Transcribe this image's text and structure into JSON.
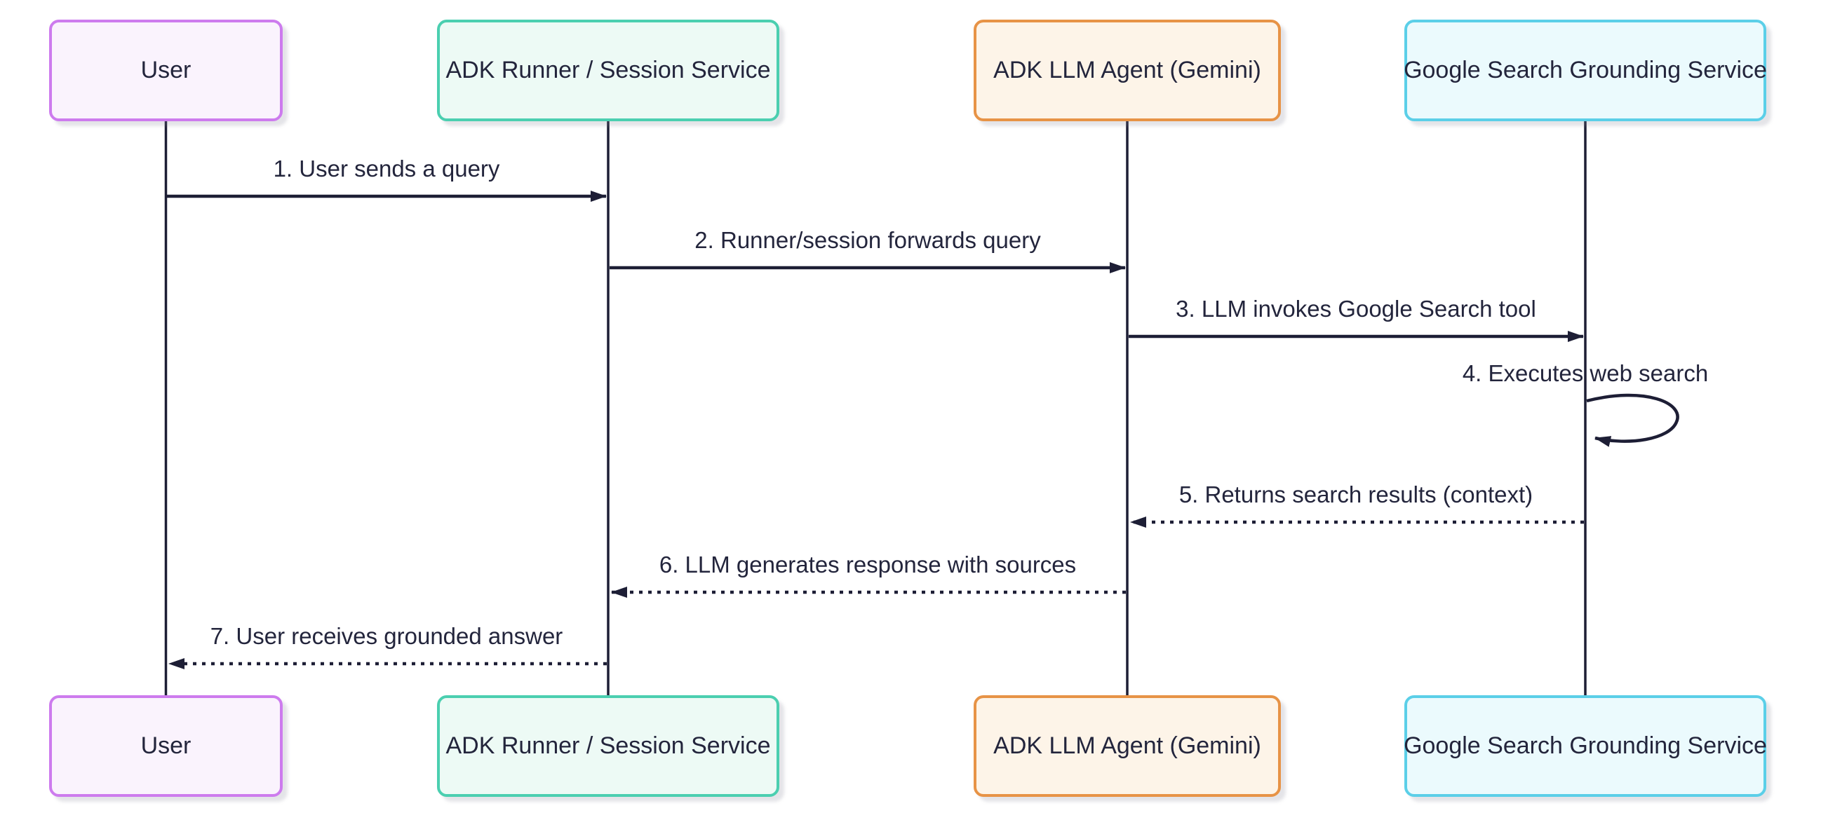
{
  "diagram": {
    "kind": "sequence-diagram",
    "actors": [
      {
        "id": "user",
        "label": "User",
        "fill": "#faf3fd",
        "border": "#cd7bee"
      },
      {
        "id": "runner",
        "label": "ADK Runner / Session Service",
        "fill": "#edfaf5",
        "border": "#4bcfb0"
      },
      {
        "id": "agent",
        "label": "ADK LLM Agent (Gemini)",
        "fill": "#fdf4e8",
        "border": "#e79346"
      },
      {
        "id": "search",
        "label": "Google Search Grounding Service",
        "fill": "#ebfafd",
        "border": "#5bcfe8"
      }
    ],
    "messages": [
      {
        "num": 1,
        "label": "1. User sends a query",
        "from": "user",
        "to": "runner",
        "line": "solid"
      },
      {
        "num": 2,
        "label": "2. Runner/session forwards query",
        "from": "runner",
        "to": "agent",
        "line": "solid"
      },
      {
        "num": 3,
        "label": "3. LLM invokes Google Search tool",
        "from": "agent",
        "to": "search",
        "line": "solid"
      },
      {
        "num": 4,
        "label": "4. Executes web search",
        "from": "search",
        "to": "search",
        "line": "self-loop"
      },
      {
        "num": 5,
        "label": "5. Returns search results (context)",
        "from": "search",
        "to": "agent",
        "line": "dotted"
      },
      {
        "num": 6,
        "label": "6. LLM generates response with sources",
        "from": "agent",
        "to": "runner",
        "line": "dotted"
      },
      {
        "num": 7,
        "label": "7. User receives grounded answer",
        "from": "runner",
        "to": "user",
        "line": "dotted"
      }
    ],
    "colors": {
      "background": "#ffffff",
      "line": "#1d1e35",
      "text": "#23253c"
    }
  }
}
